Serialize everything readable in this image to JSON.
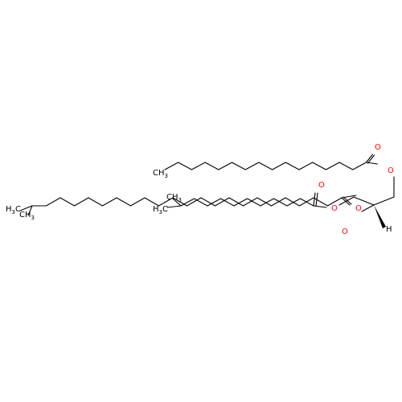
{
  "colors": {
    "bond": "#000000",
    "oxygen": "#ff0000",
    "carbon_label": "#000000"
  },
  "labels": {
    "oxygen": "O",
    "hydrogen": "H",
    "ch3_c": "CH",
    "ch3_sub": "3",
    "h3c_h": "H",
    "h3c_sub": "3",
    "h3c_c": "C"
  }
}
